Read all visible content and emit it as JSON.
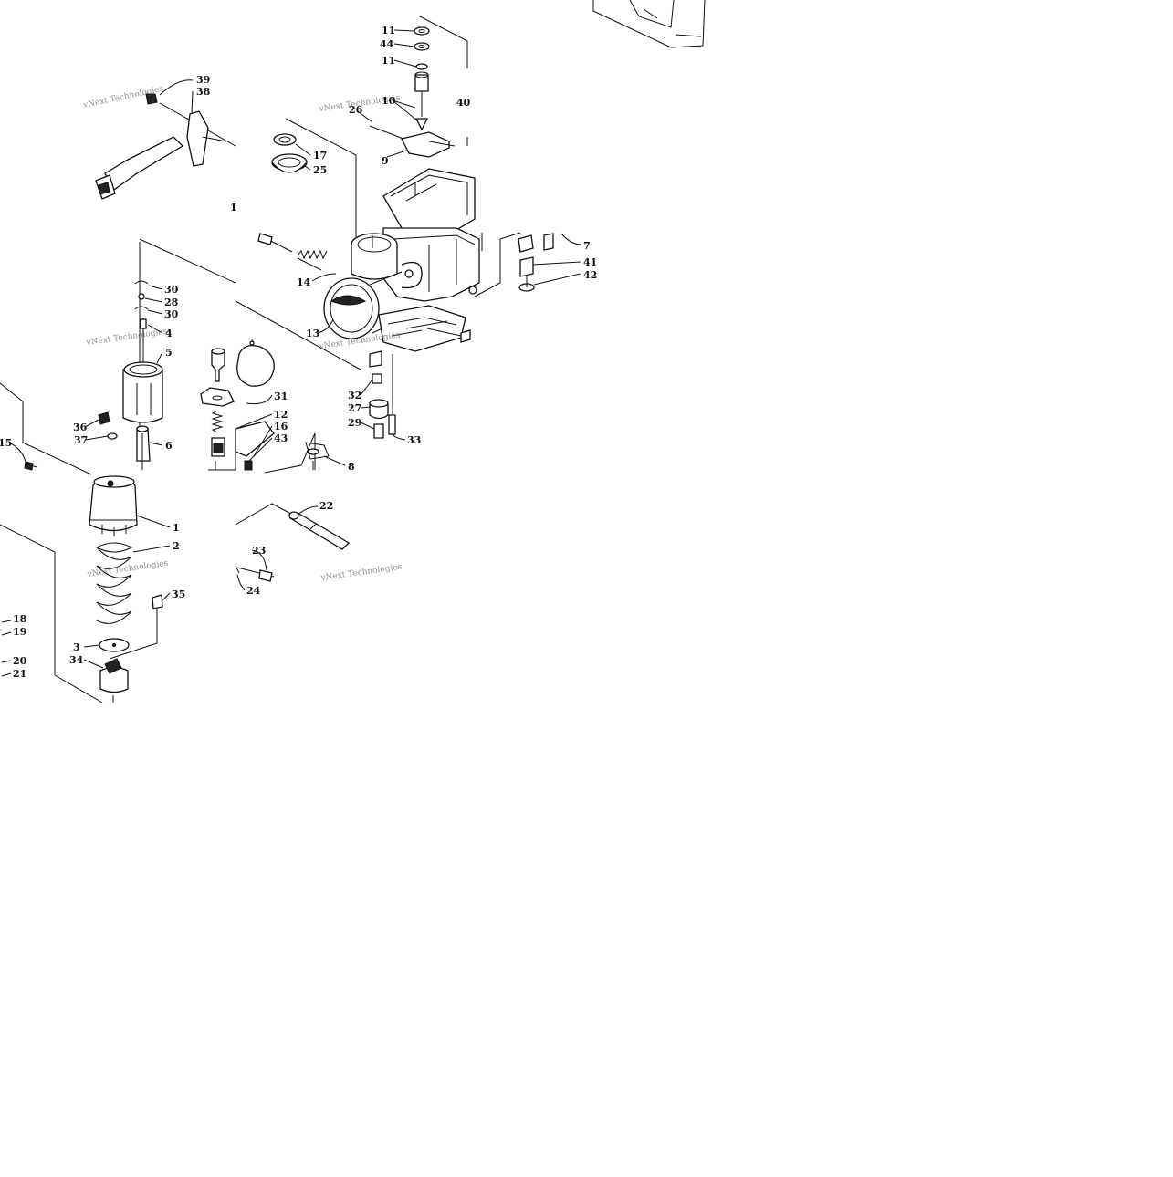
{
  "diagram": {
    "callouts": [
      {
        "id": "c11a",
        "text": "11"
      },
      {
        "id": "c44",
        "text": "44"
      },
      {
        "id": "c11b",
        "text": "11"
      },
      {
        "id": "c10",
        "text": "10"
      },
      {
        "id": "c40",
        "text": "40"
      },
      {
        "id": "c26",
        "text": "26"
      },
      {
        "id": "c9",
        "text": "9"
      },
      {
        "id": "c39",
        "text": "39"
      },
      {
        "id": "c38",
        "text": "38"
      },
      {
        "id": "c17",
        "text": "17"
      },
      {
        "id": "c25",
        "text": "25"
      },
      {
        "id": "c1a",
        "text": "1"
      },
      {
        "id": "c7",
        "text": "7"
      },
      {
        "id": "c41",
        "text": "41"
      },
      {
        "id": "c42",
        "text": "42"
      },
      {
        "id": "c14",
        "text": "14"
      },
      {
        "id": "c30a",
        "text": "30"
      },
      {
        "id": "c28",
        "text": "28"
      },
      {
        "id": "c30b",
        "text": "30"
      },
      {
        "id": "c4",
        "text": "4"
      },
      {
        "id": "c13",
        "text": "13"
      },
      {
        "id": "c5",
        "text": "5"
      },
      {
        "id": "c31",
        "text": "31"
      },
      {
        "id": "c32",
        "text": "32"
      },
      {
        "id": "c27",
        "text": "27"
      },
      {
        "id": "c12",
        "text": "12"
      },
      {
        "id": "c16",
        "text": "16"
      },
      {
        "id": "c36",
        "text": "36"
      },
      {
        "id": "c29",
        "text": "29"
      },
      {
        "id": "c33",
        "text": "33"
      },
      {
        "id": "c37",
        "text": "37"
      },
      {
        "id": "c43",
        "text": "43"
      },
      {
        "id": "c6",
        "text": "6"
      },
      {
        "id": "c15",
        "text": "15"
      },
      {
        "id": "c8",
        "text": "8"
      },
      {
        "id": "c22",
        "text": "22"
      },
      {
        "id": "c1b",
        "text": "1"
      },
      {
        "id": "c2",
        "text": "2"
      },
      {
        "id": "c23",
        "text": "23"
      },
      {
        "id": "c24",
        "text": "24"
      },
      {
        "id": "c35",
        "text": "35"
      },
      {
        "id": "c18",
        "text": "18"
      },
      {
        "id": "c19",
        "text": "19"
      },
      {
        "id": "c3",
        "text": "3"
      },
      {
        "id": "c34",
        "text": "34"
      },
      {
        "id": "c20",
        "text": "20"
      },
      {
        "id": "c21",
        "text": "21"
      }
    ],
    "watermark": "vNext Technologies"
  }
}
